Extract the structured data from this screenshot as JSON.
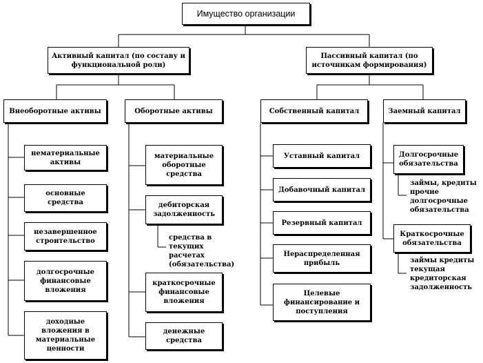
{
  "root": "Имущество  организации",
  "active": {
    "title": "Активный капитал (по составу и функциональной роли)",
    "noncurrent": {
      "title": "Внеоборотные активы",
      "items": [
        "нематериальные активы",
        "основные средства",
        "незавершенное строительство",
        "долгосрочные финансовые вложения",
        "доходные вложения в материальные ценности"
      ]
    },
    "current": {
      "title": "Оборотные активы",
      "items": [
        "материальные оборотные средства",
        "дебиторская задолженность",
        "краткосрочные финансовые вложения",
        "денежные средства"
      ],
      "receivables_note": "средства в текущих\nрасчетах\n(обязательства)"
    }
  },
  "passive": {
    "title": "Пассивный капитал (по источникам формирования)",
    "equity": {
      "title": "Собственный капитал",
      "items": [
        "Уставный капитал",
        "Добавочный капитал",
        "Резервный капитал",
        "Нераспределенная прибыль",
        "Целевые финансирование и поступления"
      ]
    },
    "borrowed": {
      "title": "Заемный капитал",
      "longterm": "Долгосрочные обязательства",
      "longterm_notes": "займы, кредиты\nпрочие\nдолгосрочные\nобязательства",
      "shortterm": "Краткосрочные обязательства",
      "shortterm_notes": "займы кредиты\nтекущая\nкредиторская\nзадолженность"
    }
  }
}
